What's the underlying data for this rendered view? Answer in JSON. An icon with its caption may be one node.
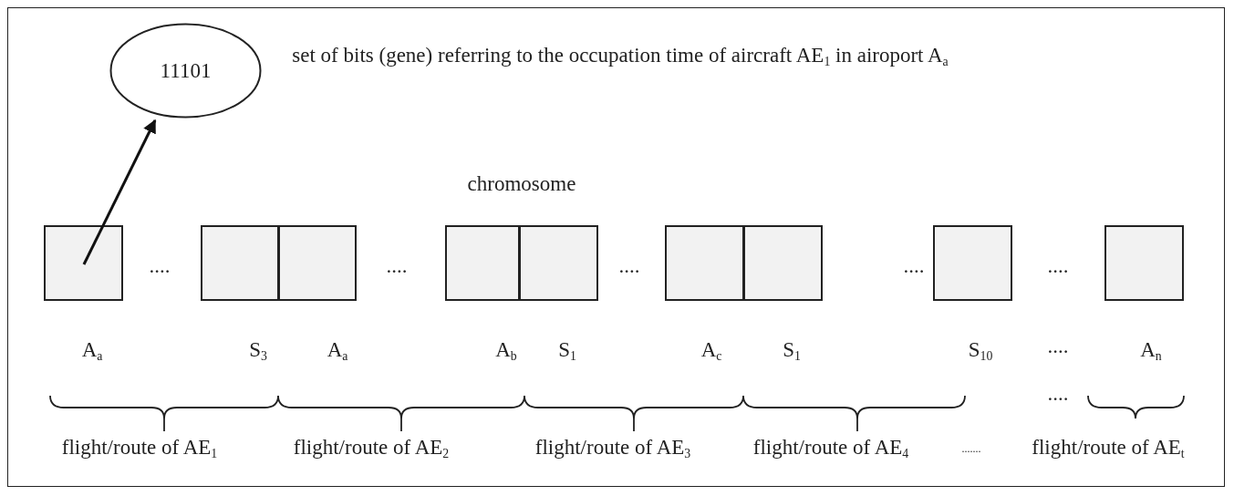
{
  "diagram": {
    "nodes": [
      {
        "text": [
          "11101"
        ]
      },
      {
        "text": [],
        "shape": "box"
      },
      {
        "text": [],
        "shape": "box"
      },
      {
        "text": [],
        "shape": "box"
      },
      {
        "text": [],
        "shape": "box"
      },
      {
        "text": [],
        "shape": "box"
      },
      {
        "text": [],
        "shape": "box"
      },
      {
        "text": [],
        "shape": "box"
      },
      {
        "text": [],
        "shape": "box"
      },
      {
        "text": [],
        "shape": "box"
      }
    ],
    "edges": [
      {
        "from": 1,
        "to": 0,
        "arrow": "to"
      }
    ],
    "labels": [
      "set of bits (gene) referring to the occupation time of aircraft AE$_{1}$ in airoport A$_{a}$",
      "chromosome",
      "....",
      "....",
      "....",
      "....",
      "....",
      "A$_{a}$",
      "S$_{3}$",
      "A$_{a}$",
      "A$_{b}$",
      "S$_{1}$",
      "A$_{c}$",
      "S$_{1}$",
      "S$_{10}$",
      "....",
      "A$_{n}$",
      "....",
      "flight/route of AE$_{1}$",
      "flight/route of AE$_{2}$",
      "flight/route of AE$_{3}$",
      "flight/route of AE$_{4}$",
      ".......",
      "flight/route of AE$_{t}$"
    ]
  }
}
